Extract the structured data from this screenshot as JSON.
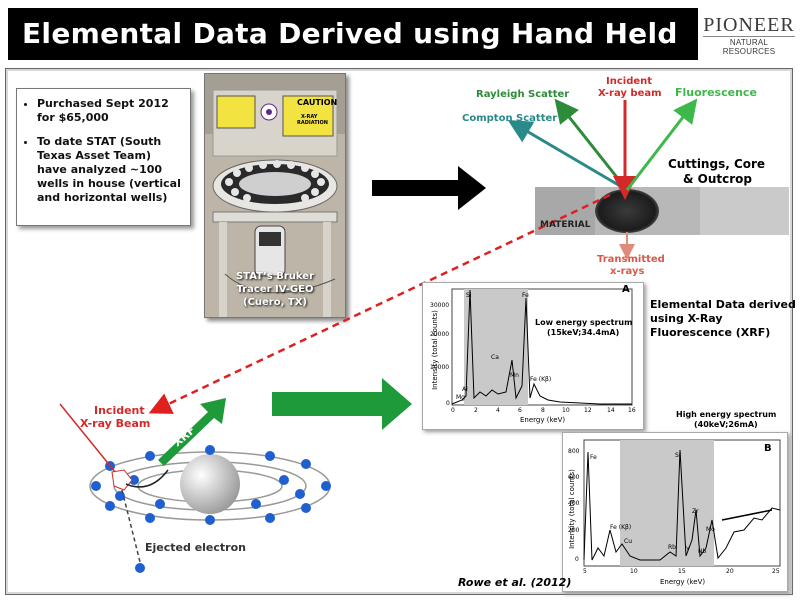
{
  "title": "Elemental Data Derived using Hand Held XRF",
  "logo": {
    "name": "PIONEER",
    "sub": "NATURAL RESOURCES"
  },
  "bullets": [
    "Purchased Sept 2012 for $65,000",
    "To date STAT (South Texas Asset Team) have analyzed ~100 wells in house (vertical and horizontal wells)"
  ],
  "photo": {
    "caption_lines": [
      "STAT’s Bruker",
      "Tracer IV-GEO",
      "(Cuero, TX)"
    ],
    "sign_caution": "CAUTION",
    "sign_xray": "X-RAY",
    "sign_radiation": "RADIATION"
  },
  "diagram_top": {
    "rayleigh": "Rayleigh Scatter",
    "compton": "Compton Scatter",
    "incident_1": "Incident",
    "incident_2": "X-ray beam",
    "fluorescence": "Fluorescence",
    "cuttings_1": "Cuttings, Core",
    "cuttings_2": "& Outcrop",
    "material": "MATERIAL",
    "transmitted_1": "Transmitted",
    "transmitted_2": "x-rays"
  },
  "diagram_atom": {
    "incident_1": "Incident",
    "incident_2": "X-ray Beam",
    "xrf": "XRF",
    "ejected": "Ejected electron"
  },
  "elemental_label": [
    "Elemental Data derived",
    "using X-Ray",
    "Fluorescence (XRF)"
  ],
  "spectrum_a": {
    "letter": "A",
    "title_1": "Low energy spectrum",
    "title_2": "(15keV;34.4mA)",
    "ylabel": "Intensity (total counts)",
    "xlabel": "Energy (keV)",
    "yticks": [
      "30000",
      "20000",
      "10000",
      "0"
    ],
    "xticks": [
      "0",
      "2",
      "4",
      "6",
      "8",
      "10",
      "12",
      "14",
      "16"
    ],
    "peaks": [
      "Si",
      "Fe",
      "Ca",
      "Mn",
      "Al",
      "Mg",
      "Fe (Kβ)"
    ]
  },
  "spectrum_b": {
    "heading_1": "High energy spectrum",
    "heading_2": "(40keV;26mA)",
    "letter": "B",
    "ylabel": "Intensity (total counts)",
    "xlabel": "Energy (keV)",
    "yticks": [
      "800",
      "600",
      "400",
      "200",
      "0"
    ],
    "xticks": [
      "5",
      "10",
      "15",
      "20",
      "25"
    ],
    "peaks": [
      "Fe",
      "Sr",
      "Zr",
      "Fe (Kβ)",
      "Cu",
      "Rb",
      "Y",
      "Nb",
      "Mo"
    ]
  },
  "citation": "Rowe et al. (2012)",
  "colors": {
    "rayleigh": "#2e8b3a",
    "compton": "#2a8a8a",
    "incident": "#d22a2a",
    "fluorescence": "#3db84a",
    "dashed": "#e02020",
    "electron": "#1f5fd0"
  }
}
